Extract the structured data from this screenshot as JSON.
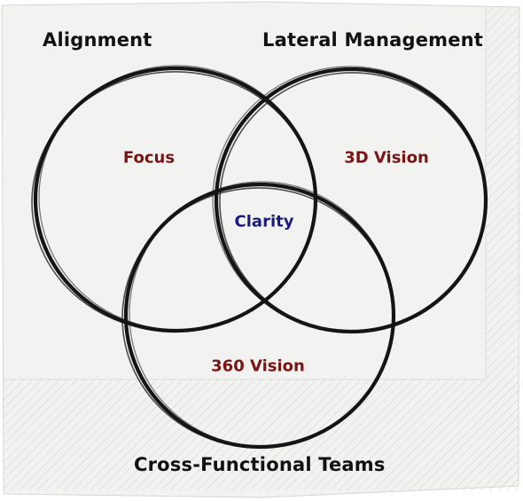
{
  "sets": {
    "top_left": "Alignment",
    "top_right": "Lateral Management",
    "bottom": "Cross-Functional Teams"
  },
  "regions": {
    "left_only": "Focus",
    "right_only": "3D Vision",
    "center": "Clarity",
    "bottom_only": "360 Vision"
  },
  "colors": {
    "region_label": "#7a1414",
    "center_label": "#1a1a80",
    "circle_stroke": "#151515",
    "napkin": "#f3f3f1"
  }
}
